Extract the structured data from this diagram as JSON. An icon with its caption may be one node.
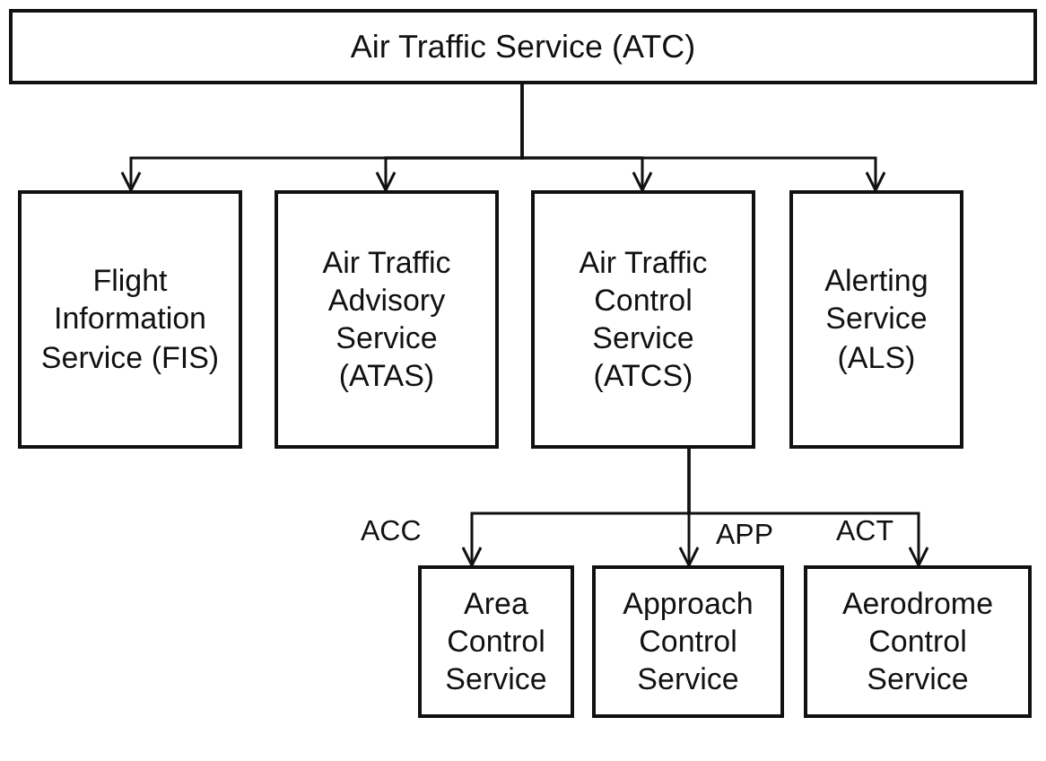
{
  "diagram": {
    "nodes": [
      {
        "text": [
          "Air Traffic Service (ATC)"
        ]
      },
      {
        "text": [
          "Flight Information Service (FIS)"
        ]
      },
      {
        "text": [
          "Air Traffic Advisory Service (ATAS)"
        ]
      },
      {
        "text": [
          "Air Traffic Control Service (ATCS)"
        ]
      },
      {
        "text": [
          "Alerting Service (ALS)"
        ]
      },
      {
        "text": [
          "Area Control Service"
        ]
      },
      {
        "text": [
          "Approach Control Service"
        ]
      },
      {
        "text": [
          "Aerodrome Control Service"
        ]
      }
    ],
    "edges": [
      {
        "from": 0,
        "to": 1,
        "arrow": "to"
      },
      {
        "from": 0,
        "to": 2,
        "arrow": "to"
      },
      {
        "from": 0,
        "to": 3,
        "arrow": "to"
      },
      {
        "from": 0,
        "to": 4,
        "arrow": "to"
      },
      {
        "from": 3,
        "to": 5,
        "arrow": "to",
        "label": "ACC"
      },
      {
        "from": 3,
        "to": 6,
        "arrow": "to",
        "label": "APP"
      },
      {
        "from": 3,
        "to": 7,
        "arrow": "to",
        "label": "ACT"
      }
    ]
  }
}
